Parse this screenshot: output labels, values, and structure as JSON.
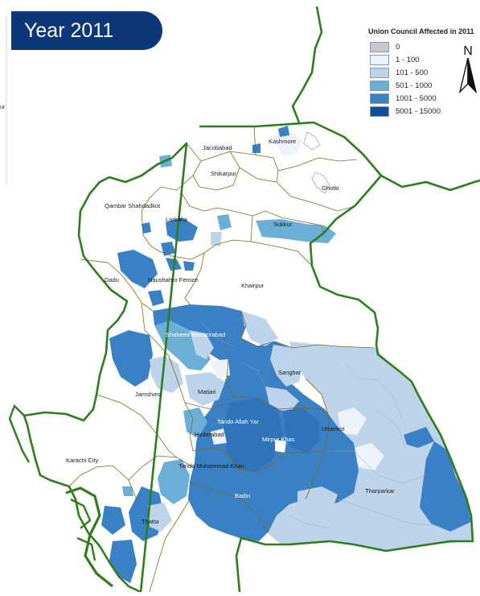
{
  "title": "Year 2011",
  "legend": {
    "title": "Union Council Affected in 2011",
    "classes": [
      {
        "label": "0",
        "color": "#c8c8c8"
      },
      {
        "label": "1 - 100",
        "color": "#eef3fb"
      },
      {
        "label": "101 - 500",
        "color": "#bdd3ea"
      },
      {
        "label": "501 - 1000",
        "color": "#6baed6"
      },
      {
        "label": "1001 - 5000",
        "color": "#3a80c4"
      },
      {
        "label": "5001 - 15000",
        "color": "#0d4f9e"
      }
    ]
  },
  "north_label": "N",
  "edge_fragment": "ur",
  "colors": {
    "boundary": "#2e7d1e",
    "district_line": "#7a6a20",
    "title_bg": "#0d3778"
  },
  "districts": {
    "kashmore": "Kashmore",
    "jacobabad": "Jacobabad",
    "shikarpur": "Shikarpur",
    "ghotki": "Ghotki",
    "qambar": "Qambar Shahdadkot",
    "larkana": "Larkana",
    "sukkur": "Sukkur",
    "dadu": "Dadu",
    "naushahro": "Naushahro Feroze",
    "khairpur": "Khairpur",
    "benazirabad": "Shaheed Benazirabad",
    "sanghar": "Sanghar",
    "jamshoro": "Jamshoro",
    "matiari": "Matiari",
    "tando_allah_yar": "Tando Allah Yar",
    "hyderabad": "Hyderabad",
    "mirpur_khas": "Mirpur Khas",
    "umerkot": "Umerkot",
    "karachi": "Karachi City",
    "tando_muhammad_khan": "Tando Muhammad Khan",
    "tharparkar": "Tharparkar",
    "badin": "Badin",
    "thatta": "Thatta"
  }
}
